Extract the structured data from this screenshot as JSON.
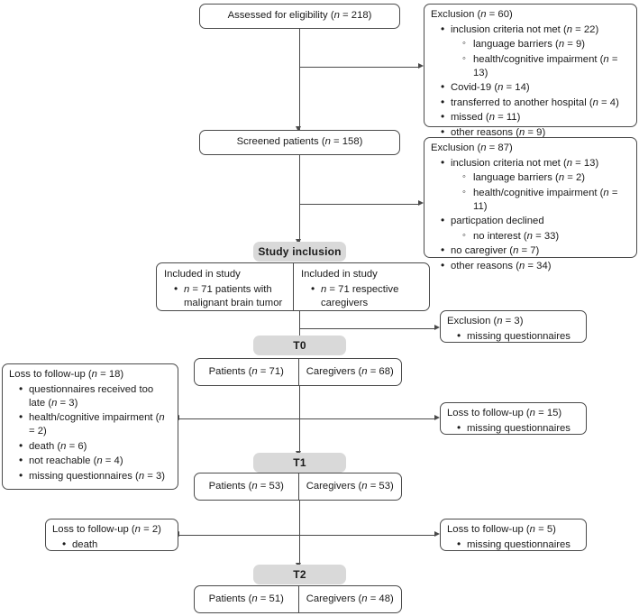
{
  "diagram": {
    "title": "Study participant flow diagram",
    "colors": {
      "box_border": "#4a4a4a",
      "box_fill": "#ffffff",
      "timepoint_fill": "#d9d9d9",
      "connector": "#4a4a4a",
      "text": "#1a1a1a"
    }
  },
  "nodes": {
    "assessed": {
      "label": "Assessed for eligibility (n = 218)"
    },
    "screened": {
      "label": "Screened patients (n = 158)"
    },
    "study_inclusion_badge": {
      "label": "Study inclusion"
    },
    "included_patients": {
      "header": "Included in study",
      "bullets": [
        "n = 71 patients with malignant brain tumor"
      ]
    },
    "included_caregivers": {
      "header": "Included in study",
      "bullets": [
        "n = 71 respective caregivers"
      ]
    },
    "t0_badge": {
      "label": "T0"
    },
    "t0_patients": {
      "label": "Patients (n = 71)"
    },
    "t0_caregivers": {
      "label": "Caregivers (n = 68)"
    },
    "t1_badge": {
      "label": "T1"
    },
    "t1_patients": {
      "label": "Patients (n = 53)"
    },
    "t1_caregivers": {
      "label": "Caregivers (n = 53)"
    },
    "t2_badge": {
      "label": "T2"
    },
    "t2_patients": {
      "label": "Patients (n = 51)"
    },
    "t2_caregivers": {
      "label": "Caregivers (n = 48)"
    }
  },
  "exclusion_1": {
    "header": "Exclusion (n = 60)",
    "items": [
      {
        "text": "inclusion criteria not met (n = 22)",
        "sub": [
          "language barriers (n = 9)",
          "health/cognitive impairment (n = 13)"
        ]
      },
      {
        "text": "Covid-19 (n = 14)",
        "sub": []
      },
      {
        "text": "transferred to another hospital (n = 4)",
        "sub": []
      },
      {
        "text": "missed (n = 11)",
        "sub": []
      },
      {
        "text": "other reasons (n = 9)",
        "sub": []
      }
    ]
  },
  "exclusion_2": {
    "header": "Exclusion (n = 87)",
    "items": [
      {
        "text": "inclusion criteria not met (n = 13)",
        "sub": [
          "language barriers (n = 2)",
          "health/cognitive impairment (n = 11)"
        ]
      },
      {
        "text": "particpation declined",
        "sub": [
          "no interest (n = 33)"
        ]
      },
      {
        "text": "no caregiver (n = 7)",
        "sub": []
      },
      {
        "text": "other reasons (n = 34)",
        "sub": []
      }
    ]
  },
  "exclusion_3": {
    "header": "Exclusion (n = 3)",
    "items": [
      {
        "text": "missing questionnaires",
        "sub": []
      }
    ]
  },
  "loss_patients_t1": {
    "header": "Loss to follow-up (n = 18)",
    "items": [
      {
        "text": "questionnaires received too late (n = 3)",
        "sub": []
      },
      {
        "text": "health/cognitive impairment (n = 2)",
        "sub": []
      },
      {
        "text": "death (n = 6)",
        "sub": []
      },
      {
        "text": "not reachable (n = 4)",
        "sub": []
      },
      {
        "text": "missing questionnaires (n = 3)",
        "sub": []
      }
    ]
  },
  "loss_caregivers_t1": {
    "header": "Loss to follow-up (n = 15)",
    "items": [
      {
        "text": "missing questionnaires",
        "sub": []
      }
    ]
  },
  "loss_patients_t2": {
    "header": "Loss to follow-up (n = 2)",
    "items": [
      {
        "text": "death",
        "sub": []
      }
    ]
  },
  "loss_caregivers_t2": {
    "header": "Loss to follow-up (n = 5)",
    "items": [
      {
        "text": "missing questionnaires",
        "sub": []
      }
    ]
  }
}
